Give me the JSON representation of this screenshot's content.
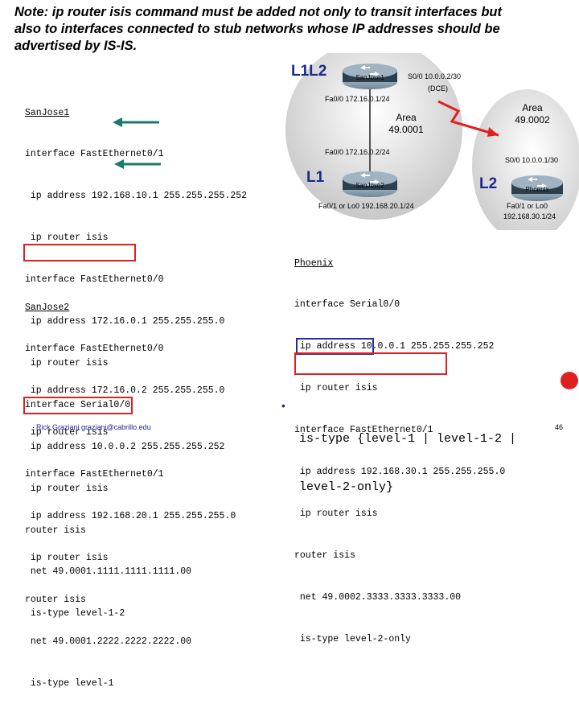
{
  "title": {
    "line1": "Note: ip router isis command must be added not only to transit interfaces but",
    "line2": "also to interfaces connected to stub networks whose IP addresses should be",
    "line3": "advertised by IS-IS."
  },
  "sanjose1": {
    "heading": "SanJose1",
    "lines": [
      "interface FastEthernet0/1",
      " ip address 192.168.10.1 255.255.255.252",
      " ip router isis",
      "interface FastEthernet0/0",
      " ip address 172.16.0.1 255.255.255.0",
      " ip router isis",
      "interface Serial0/0",
      " ip address 10.0.0.2 255.255.255.252",
      " ip router isis",
      "router isis",
      " net 49.0001.1111.1111.1111.00",
      " is-type level-1-2"
    ]
  },
  "sanjose2": {
    "heading": "SanJose2",
    "lines": [
      "interface FastEthernet0/0",
      " ip address 172.16.0.2 255.255.255.0",
      " ip router isis",
      "interface FastEthernet0/1",
      " ip address 192.168.20.1 255.255.255.0",
      " ip router isis",
      "router isis",
      " net 49.0001.2222.2222.2222.00",
      " is-type level-1"
    ]
  },
  "phoenix": {
    "heading": "Phoenix",
    "lines": [
      "interface Serial0/0",
      " ip address 10.0.0.1 255.255.255.252",
      " ip router isis",
      "interface FastEthernet0/1",
      " ip address 192.168.30.1 255.255.255.0",
      " ip router isis",
      "router isis",
      " net 49.0002.3333.3333.3333.00",
      " is-type level-2-only"
    ]
  },
  "diagram": {
    "level_l1l2": "L1L2",
    "level_l1": "L1",
    "level_l2": "L2",
    "router1": "SanJose1",
    "router2": "SanJose2",
    "router3": "Phoenix",
    "area1_label": "Area",
    "area1_id": "49.0001",
    "area2_label": "Area",
    "area2_id": "49.0002",
    "sj1_s00": "S0/0 10.0.0.2/30",
    "sj1_dce": "(DCE)",
    "sj1_fa00": "Fa0/0 172.16.0.1/24",
    "sj2_fa00": "Fa0/0 172.16.0.2/24",
    "sj2_fa01": "Fa0/1 or Lo0 192.168.20.1/24",
    "ph_s00": "S0/0 10.0.0.1/30",
    "ph_fa01": "Fa0/1 or Lo0",
    "ph_net": "192.168.30.1/24"
  },
  "bullet": {
    "line1": "is-type {level-1 | level-1-2 |",
    "line2": "level-2-only}"
  },
  "footer": {
    "author": "Rick Graziani  graziani@cabrillo.edu",
    "page": "46"
  },
  "colors": {
    "highlight_red": "#e02020",
    "highlight_blue": "#2030a0",
    "arrow_teal": "#1a7a6a",
    "label_blue": "#1b2a8c"
  }
}
